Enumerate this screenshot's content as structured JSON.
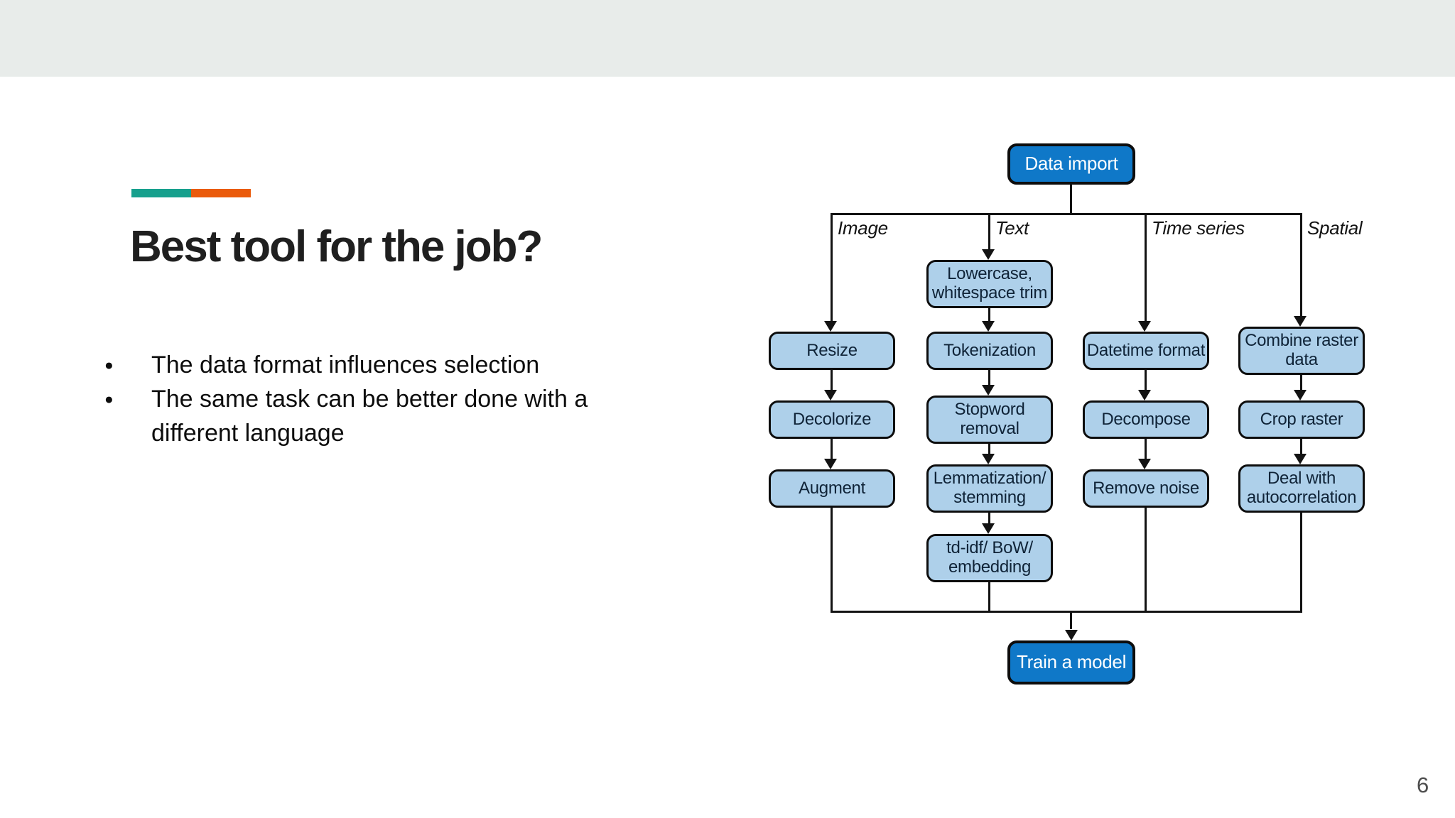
{
  "slide": {
    "title": "Best tool for the job?",
    "bullets": [
      "The data format influences selection",
      "The same task can be better done with a different language"
    ],
    "page_number": "6",
    "accent_colors": {
      "teal": "#17a08d",
      "orange": "#ea5b0c"
    },
    "top_band_color": "#e8ecea"
  },
  "diagram": {
    "type": "flowchart",
    "start_node": "Data import",
    "end_node": "Train a model",
    "columns": [
      {
        "label": "Image",
        "steps": [
          "Resize",
          "Decolorize",
          "Augment"
        ]
      },
      {
        "label": "Text",
        "steps": [
          "Lowercase,\nwhitespace trim",
          "Tokenization",
          "Stopword\nremoval",
          "Lemmatization/\nstemming",
          "td-idf/ BoW/\nembedding"
        ]
      },
      {
        "label": "Time series",
        "steps": [
          "Datetime format",
          "Decompose",
          "Remove noise"
        ]
      },
      {
        "label": "Spatial",
        "steps": [
          "Combine raster\ndata",
          "Crop raster",
          "Deal with\nautocorrelation"
        ]
      }
    ],
    "colors": {
      "node_fill": "#aed0ea",
      "node_border": "#0d0d0d",
      "node_text": "#0f2337",
      "terminal_fill": "#0f78c8",
      "terminal_text": "#ffffff",
      "line": "#131313"
    }
  }
}
